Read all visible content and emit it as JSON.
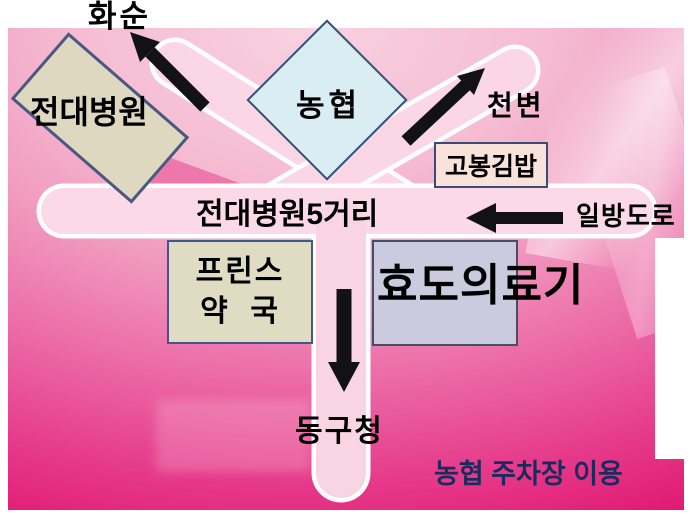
{
  "labels": {
    "hwasun": "화순",
    "jeondae_hospital": "전대병원",
    "nonghyup": "농협",
    "cheonbyeon": "천변",
    "gobong_kimbap": "고봉김밥",
    "ilbang_doro": "일방도로",
    "intersection": "전대병원5거리",
    "prince_pharmacy_line1": "프린스",
    "prince_pharmacy_line2": "약  국",
    "hyodo_medical": "효도의료기",
    "donggu_office": "동구청",
    "parking_note": "농협 주차장 이용"
  },
  "colors": {
    "background_top": "#f8d2e0",
    "background_bottom": "#e01770",
    "road_fill": "#fbd7e5",
    "road_outline": "#ffffff",
    "arrow": "#121216",
    "hospital_box_fill": "#ded8c1",
    "nonghyup_diamond_fill": "#d9edf2",
    "kimbap_box_fill": "#f9e2d9",
    "pharmacy_box_fill": "#e0dcc3",
    "hyodo_box_fill": "#cbcade",
    "box_border": "#3e4e74",
    "label_text": "#000000",
    "note_text": "#1d2a5e"
  }
}
